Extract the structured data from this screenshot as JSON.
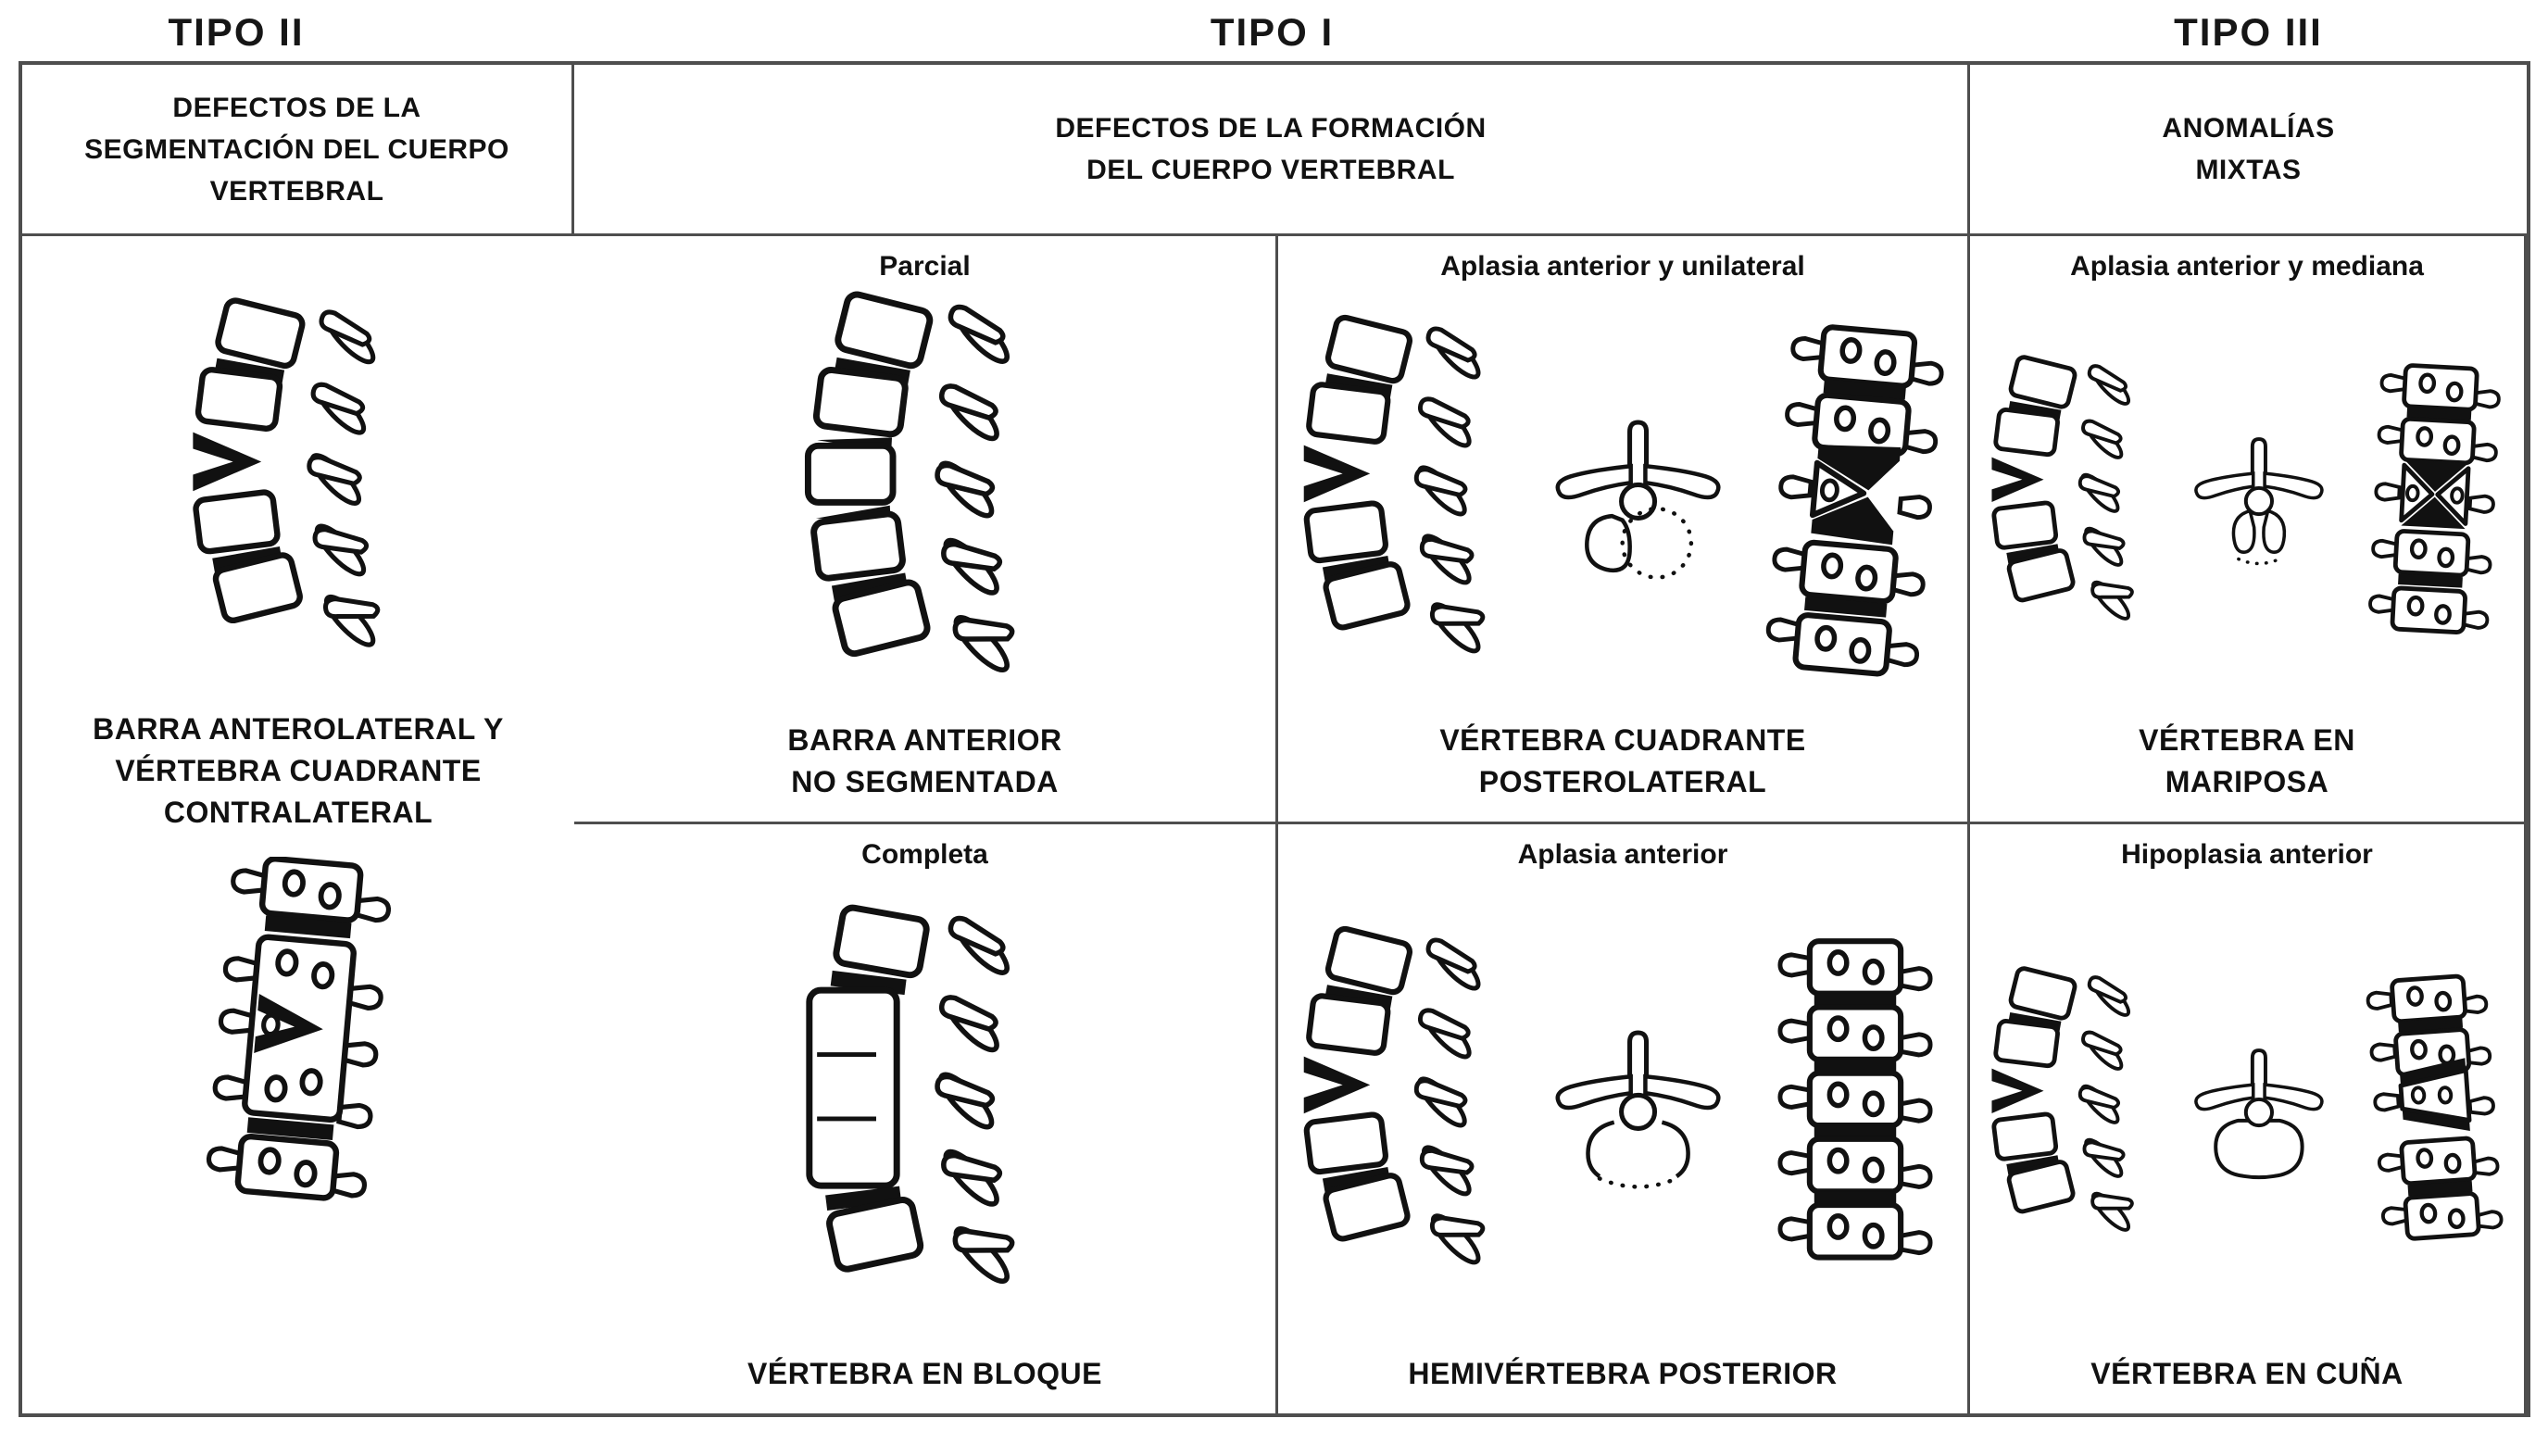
{
  "figure": {
    "description_visible_text_only": true,
    "colors": {
      "ink": "#111111",
      "border": "#4e4e4e",
      "background": "#ffffff"
    }
  },
  "titles": {
    "tipo2": "TIPO II",
    "tipo1": "TIPO I",
    "tipo3": "TIPO III"
  },
  "headers": {
    "tipo2": "DEFECTOS DE LA\nSEGMENTACIÓN DEL CUERPO\nVERTEBRAL",
    "tipo1": "DEFECTOS DE LA FORMACIÓN\nDEL CUERPO VERTEBRAL",
    "tipo3": "ANOMALÍAS\nMIXTAS"
  },
  "cells": {
    "parcial": {
      "label": "Parcial",
      "caption": "BARRA ANTERIOR\nNO SEGMENTADA"
    },
    "completa": {
      "label": "Completa",
      "caption": "VÉRTEBRA EN BLOQUE"
    },
    "aplasia_unilateral": {
      "label": "Aplasia anterior y unilateral",
      "caption": "VÉRTEBRA CUADRANTE\nPOSTEROLATERAL"
    },
    "aplasia_mediana": {
      "label": "Aplasia anterior y mediana",
      "caption": "VÉRTEBRA EN\nMARIPOSA"
    },
    "aplasia_anterior": {
      "label": "Aplasia anterior",
      "caption": "HEMIVÉRTEBRA POSTERIOR"
    },
    "hipoplasia_anterior": {
      "label": "Hipoplasia anterior",
      "caption": "VÉRTEBRA EN CUÑA"
    },
    "anomalias_mixtas": {
      "caption": "BARRA ANTEROLATERAL Y\nVÉRTEBRA CUADRANTE\nCONTRALATERAL"
    }
  }
}
